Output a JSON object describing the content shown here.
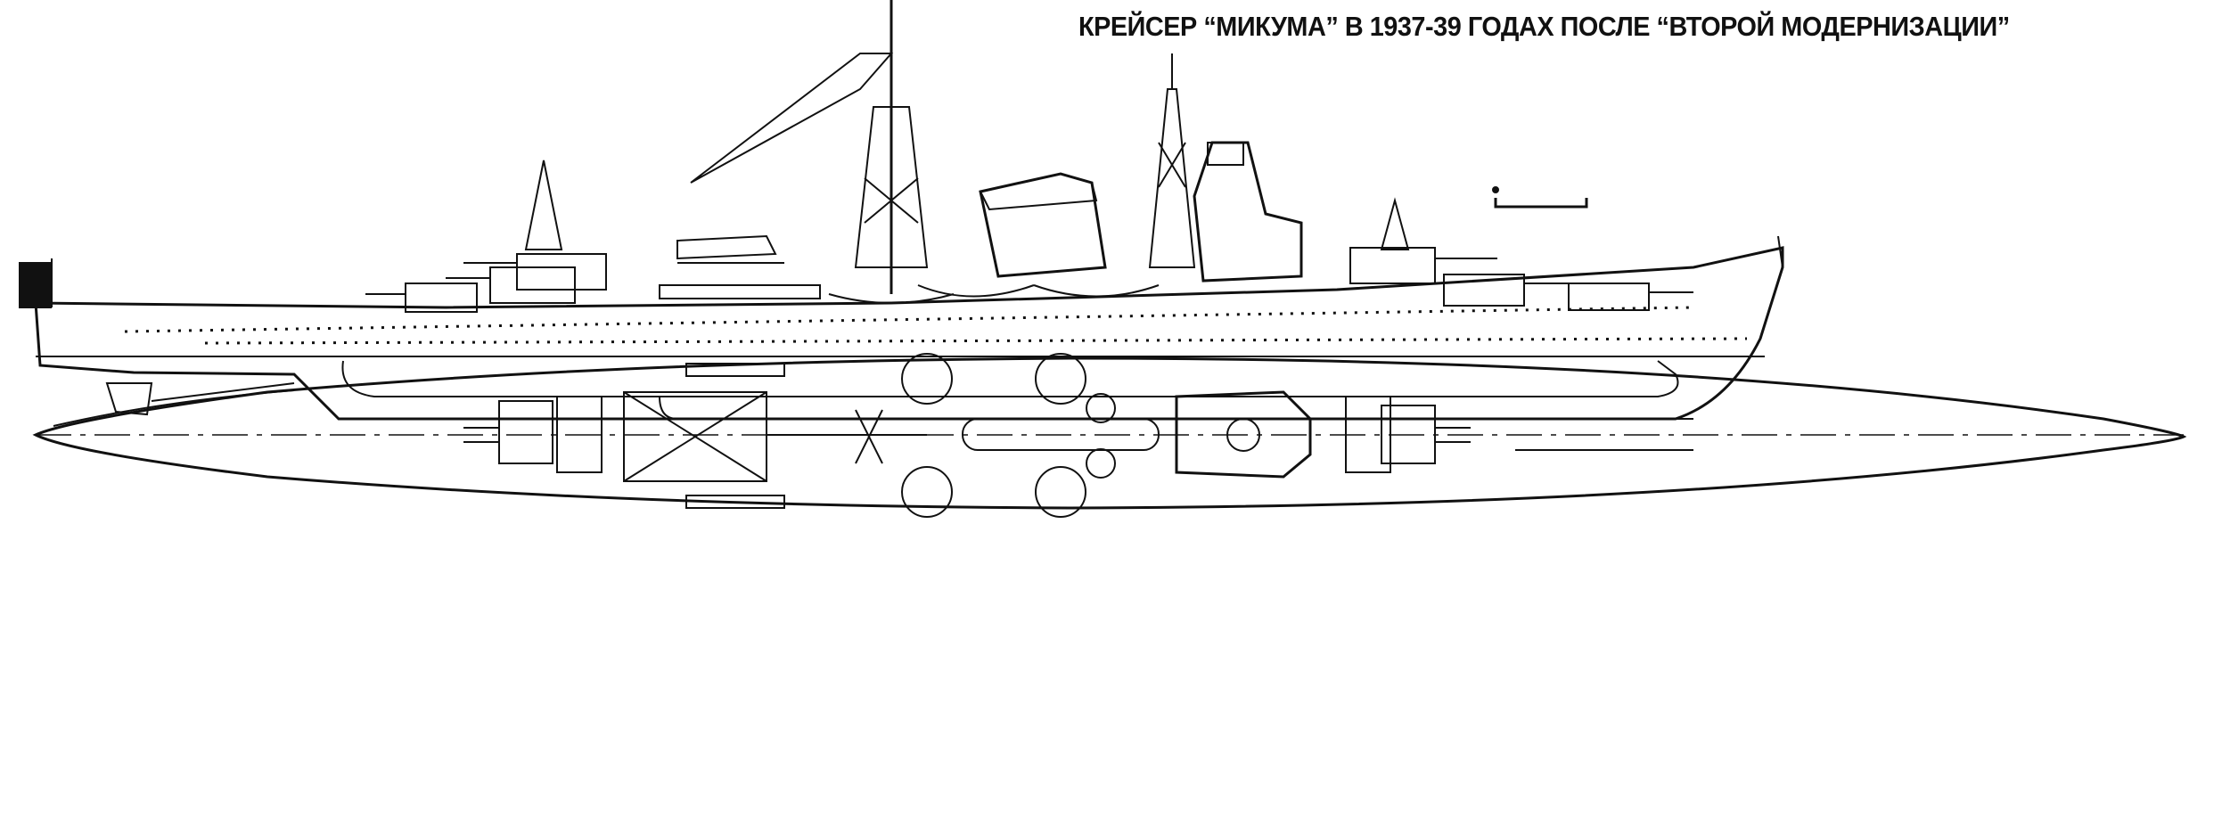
{
  "title": "КРЕЙСЕР “МИКУМА” В 1937-39 ГОДАХ ПОСЛЕ “ВТОРОЙ МОДЕРНИЗАЦИИ”",
  "views": [
    "side-profile",
    "top-plan"
  ]
}
